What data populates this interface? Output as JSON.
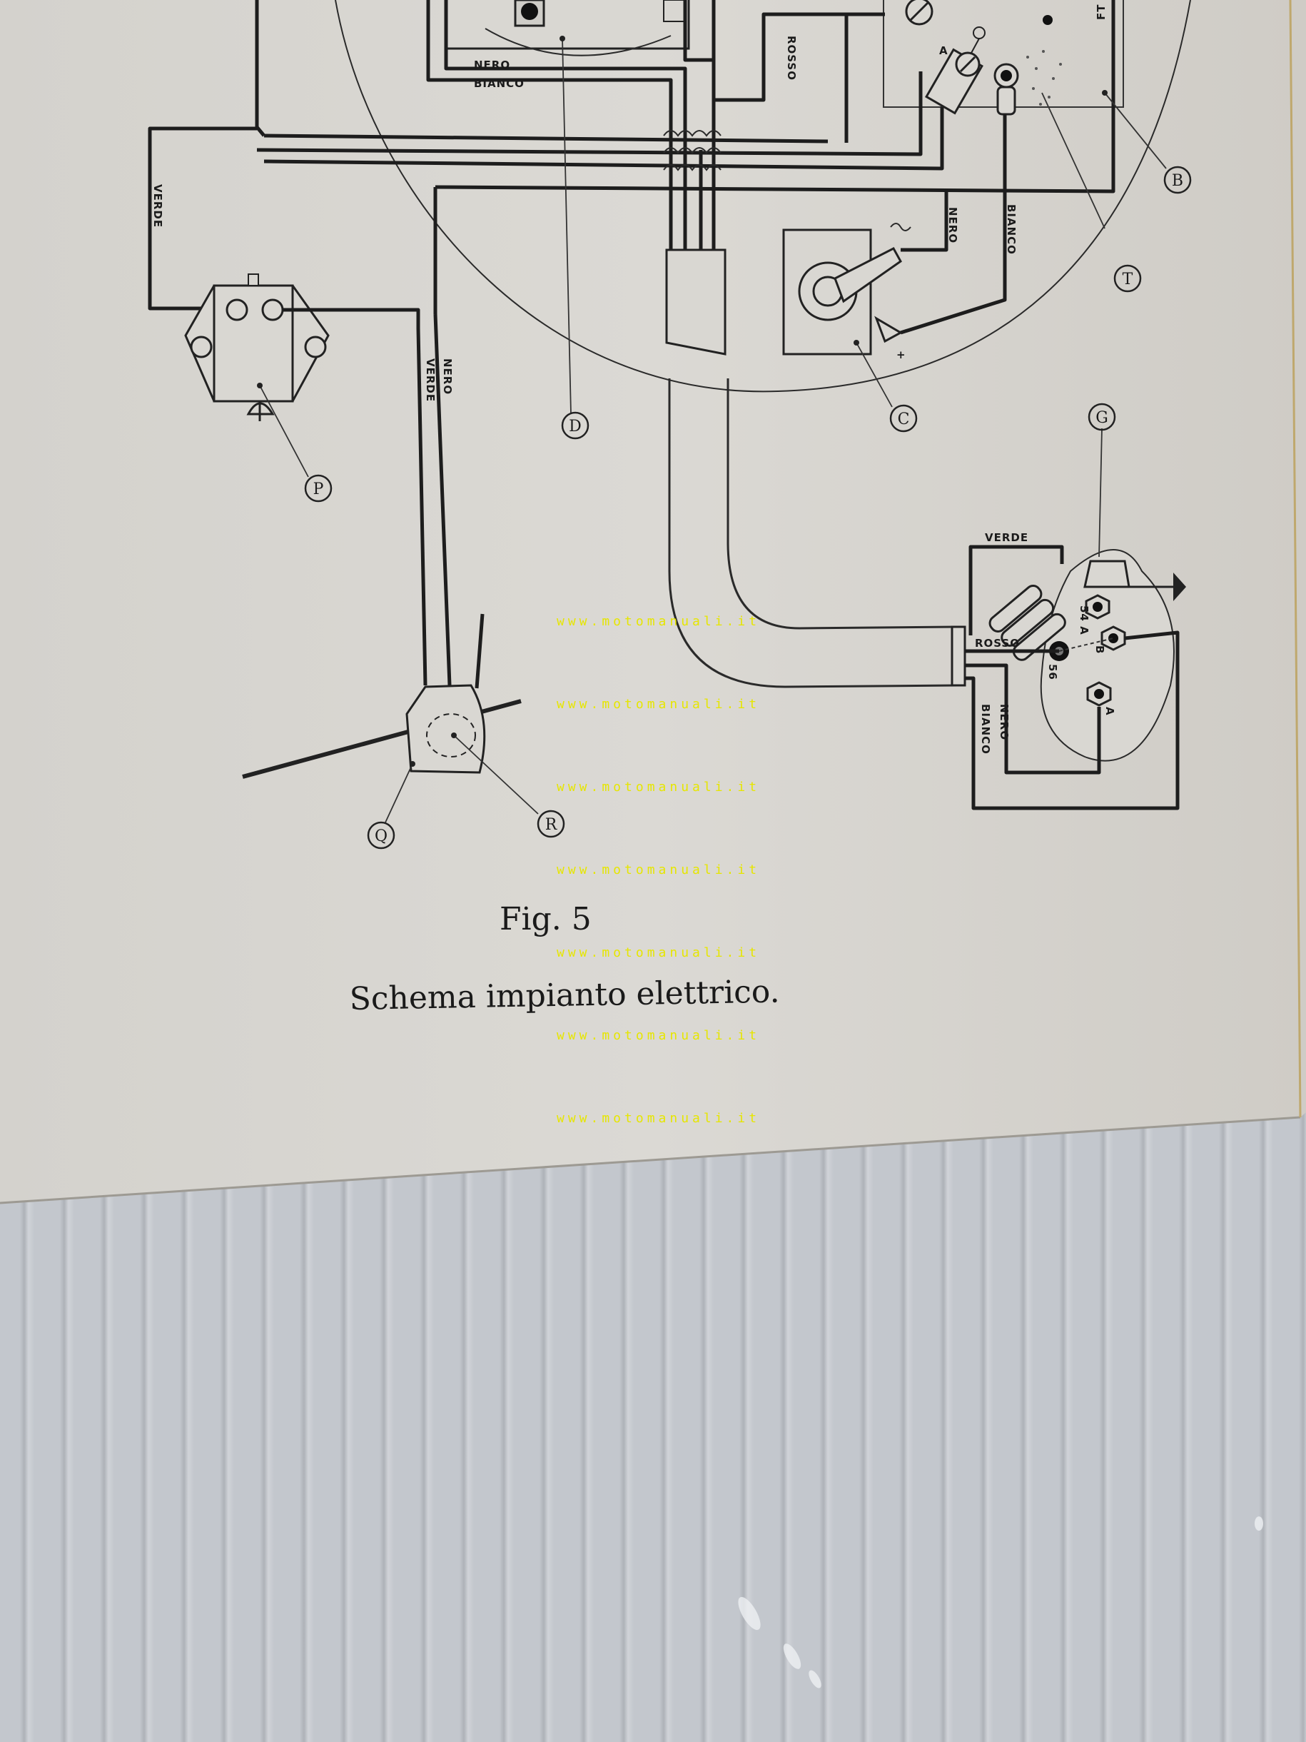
{
  "figure": {
    "number_label": "Fig. 5",
    "title": "Schema impianto elettrico."
  },
  "wire_labels": {
    "verde_left": "VERDE",
    "nero_top": "NERO",
    "bianco_top": "BIANCO",
    "rosso_top": "ROSSO",
    "nero_vertical": "NERO",
    "verde_vertical": "VERDE",
    "nero_right": "NERO",
    "bianco_right": "BIANCO",
    "verde_regulator": "VERDE",
    "rosso_regulator": "ROSSO",
    "nero_regulator": "NERO",
    "bianco_regulator": "BIANCO",
    "ft_label": "FT"
  },
  "terminal_labels": {
    "a_switch": "A",
    "t_54a": "54 A",
    "t_b": "B",
    "t_56": "56",
    "t_a": "A",
    "plus": "+"
  },
  "callouts": {
    "b": "B",
    "t": "T",
    "c": "C",
    "d": "D",
    "g": "G",
    "p": "P",
    "q": "Q",
    "r": "R"
  },
  "watermarks": [
    "www.motomanuali.it",
    "www.motomanuali.it",
    "www.motomanuali.it",
    "www.motomanuali.it",
    "www.motomanuali.it",
    "www.motomanuali.it",
    "www.motomanuali.it"
  ]
}
